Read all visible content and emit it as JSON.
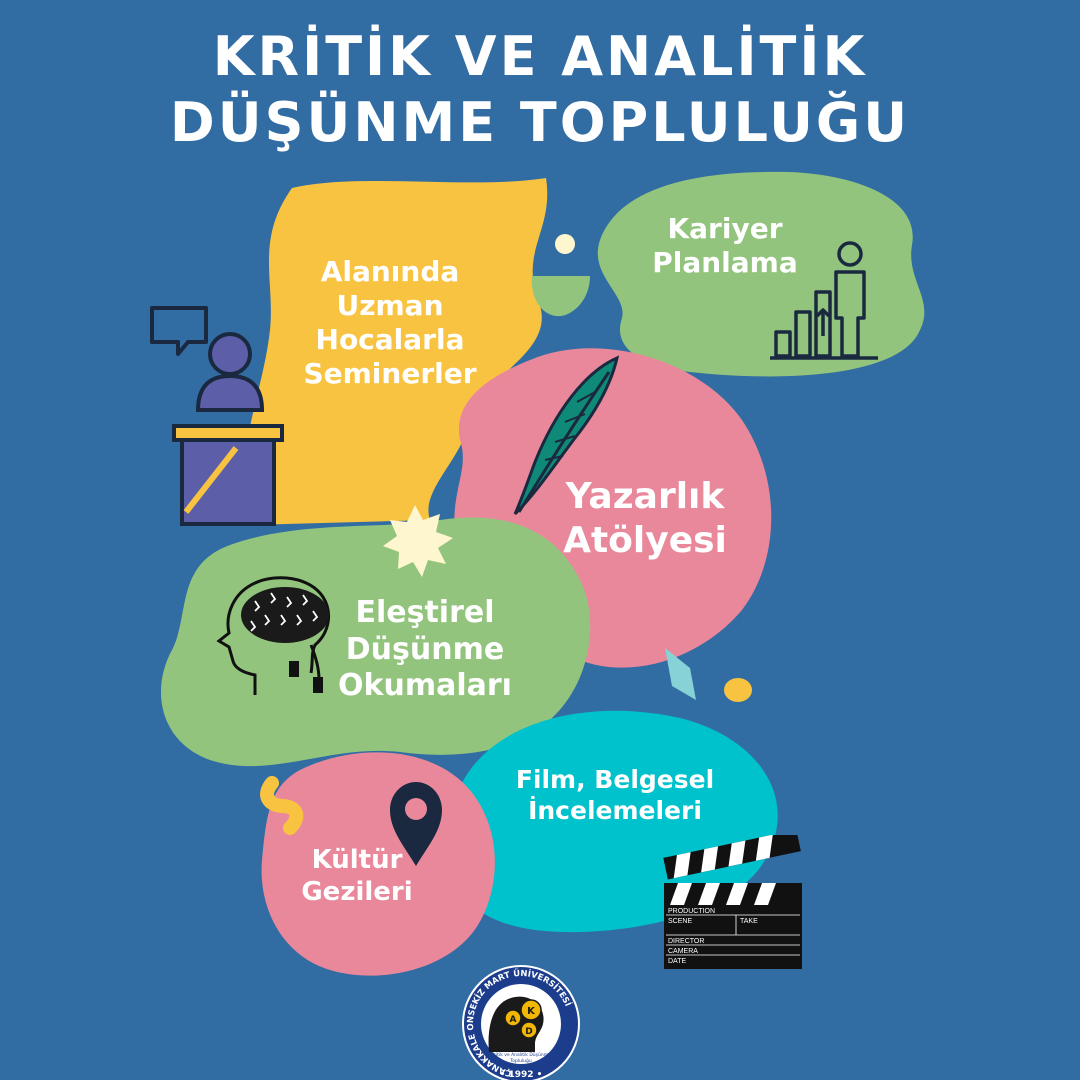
{
  "title": {
    "line1": "KRİTİK VE ANALİTİK",
    "line2": "DÜŞÜNME TOPLULUĞU"
  },
  "topics": {
    "seminars": "Alanında\nUzman\nHocalarla\nSeminerler",
    "career": "Kariyer\nPlanlama",
    "writing": "Yazarlık\nAtölyesi",
    "critical_reading": "Eleştirel\nDüşünme\nOkumaları",
    "film": "Film, Belgesel\nİncelemeleri",
    "trips": "Kültür\nGezileri"
  },
  "clapperboard": {
    "production": "PRODUCTION",
    "scene": "SCENE",
    "take": "TAKE",
    "director": "DIRECTOR",
    "camera": "CAMERA",
    "date": "DATE"
  },
  "logo": {
    "ring_text": "ÇANAKKALE ONSEKİZ MART ÜNİVERSİTESİ",
    "year": "• 1992 •",
    "inner_line1": "Kritik ve Analitik Düşünme",
    "inner_line2": "Topluluğu",
    "gear_letters": [
      "A",
      "K",
      "D"
    ]
  },
  "colors": {
    "background": "#316ca3",
    "yellow": "#f9c342",
    "green": "#93c47d",
    "pink": "#e8889a",
    "cyan": "#00c2cc",
    "cream": "#fdf6cf",
    "navy": "#1a2940"
  },
  "icons": [
    "speaker-at-podium-icon",
    "career-growth-chart-icon",
    "feather-quill-icon",
    "brain-head-icon",
    "location-pin-icon",
    "clapperboard-icon",
    "university-logo"
  ]
}
